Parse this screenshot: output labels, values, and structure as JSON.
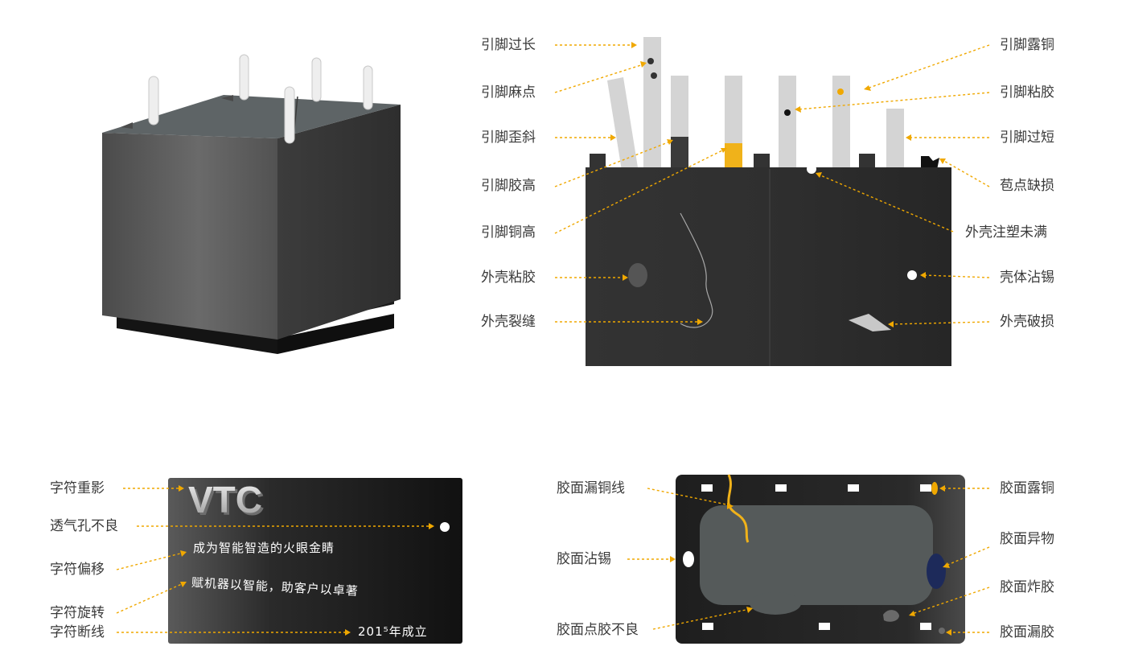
{
  "relay_top_labels": {
    "left": [
      "引脚过长",
      "引脚麻点",
      "引脚歪斜",
      "引脚胶高",
      "引脚铜高",
      "外壳粘胶",
      "外壳裂缝"
    ],
    "right": [
      "引脚露铜",
      "引脚粘胶",
      "引脚过短",
      "苞点缺损",
      "外壳注塑未满",
      "壳体沾锡",
      "外壳破损"
    ]
  },
  "char_plate": {
    "labels": [
      "字符重影",
      "透气孔不良",
      "字符偏移",
      "字符旋转",
      "字符断线"
    ],
    "logo": "VTC",
    "line1": "成为智能智造的火眼金睛",
    "line2": "赋机器以智能，助客户以卓著",
    "line3": "201⁵年成立"
  },
  "glue_face": {
    "left_labels": [
      "胶面漏铜线",
      "胶面沾锡",
      "胶面点胶不良"
    ],
    "right_labels": [
      "胶面露铜",
      "胶面异物",
      "胶面炸胶",
      "胶面漏胶"
    ]
  },
  "colors": {
    "accent": "#f0a800",
    "dark": "#2e2e2e",
    "pin": "#d8d8d8"
  }
}
